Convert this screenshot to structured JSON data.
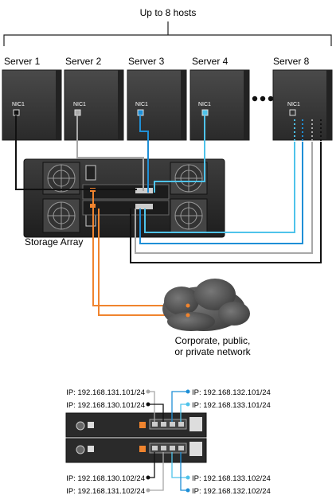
{
  "top_label": "Up to 8 hosts",
  "servers": [
    {
      "name": "Server 1",
      "nic": "NIC1"
    },
    {
      "name": "Server 2",
      "nic": "NIC1"
    },
    {
      "name": "Server 3",
      "nic": "NIC1"
    },
    {
      "name": "Server 4",
      "nic": "NIC1"
    },
    {
      "name": "Server 8",
      "nic": "NIC1"
    }
  ],
  "storage_label": "Storage Array",
  "network_label": [
    "Corporate, public,",
    "or private network"
  ],
  "ip_top": {
    "left": [
      "IP: 192.168.131.101/24",
      "IP: 192.168.130.101/24"
    ],
    "right": [
      "IP: 192.168.132.101/24",
      "IP: 192.168.133.101/24"
    ]
  },
  "ip_bottom": {
    "left": [
      "IP: 192.168.130.102/24",
      "IP: 192.168.131.102/24"
    ],
    "right": [
      "IP: 192.168.133.102/24",
      "IP: 192.168.132.102/24"
    ]
  },
  "colors": {
    "server_body": "#3a3a3a",
    "chassis": "#2b2b2b",
    "cable_black": "#111111",
    "cable_gray": "#a8a8a8",
    "cable_blue": "#1f8fd6",
    "cable_lightblue": "#4fc3ea",
    "cable_orange": "#f0842e",
    "cloud": "#555555"
  }
}
